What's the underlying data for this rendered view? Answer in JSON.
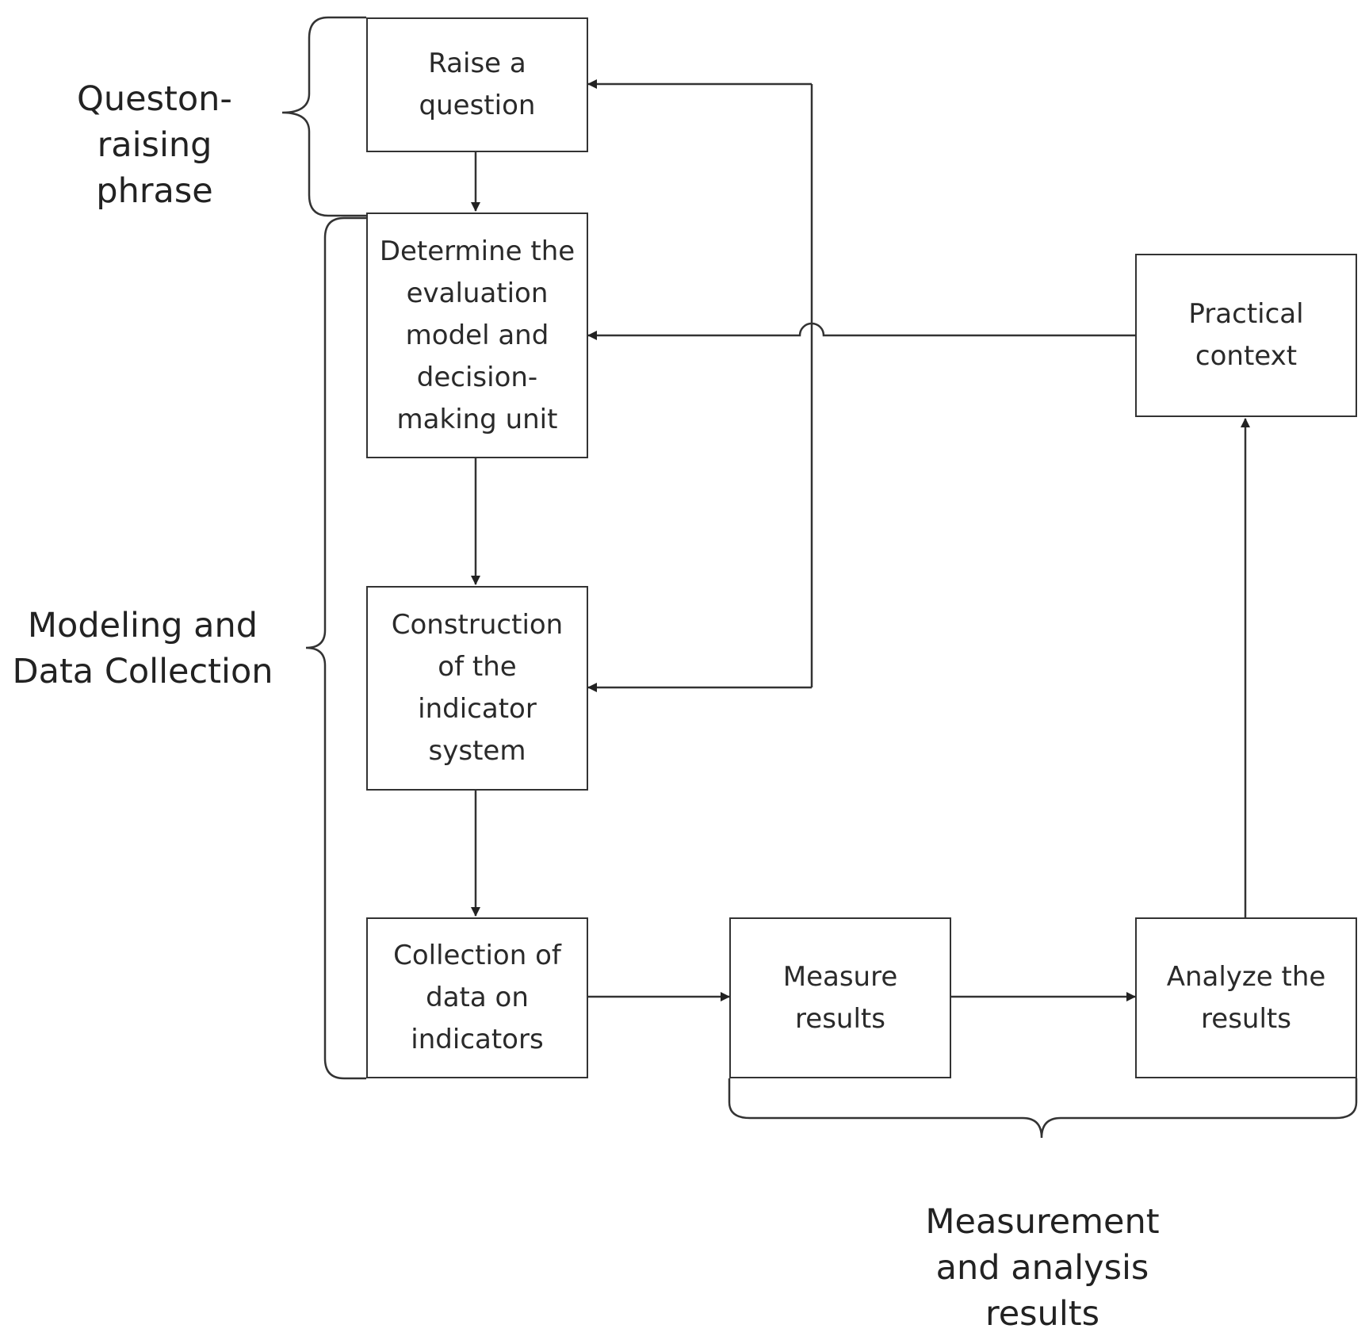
{
  "phases": {
    "question_raising": "Queston-raising phrase",
    "modeling": "Modeling and Data Collection",
    "measurement": "Measurement and analysis results"
  },
  "boxes": {
    "raise_question": "Raise a question",
    "determine_model": "Determine the evaluation model and decision-making unit",
    "construct_indicators": "Construction of the indicator system",
    "collect_data": "Collection of data on indicators",
    "measure_results": "Measure results",
    "analyze_results": "Analyze the results",
    "practical_context": "Practical context"
  }
}
